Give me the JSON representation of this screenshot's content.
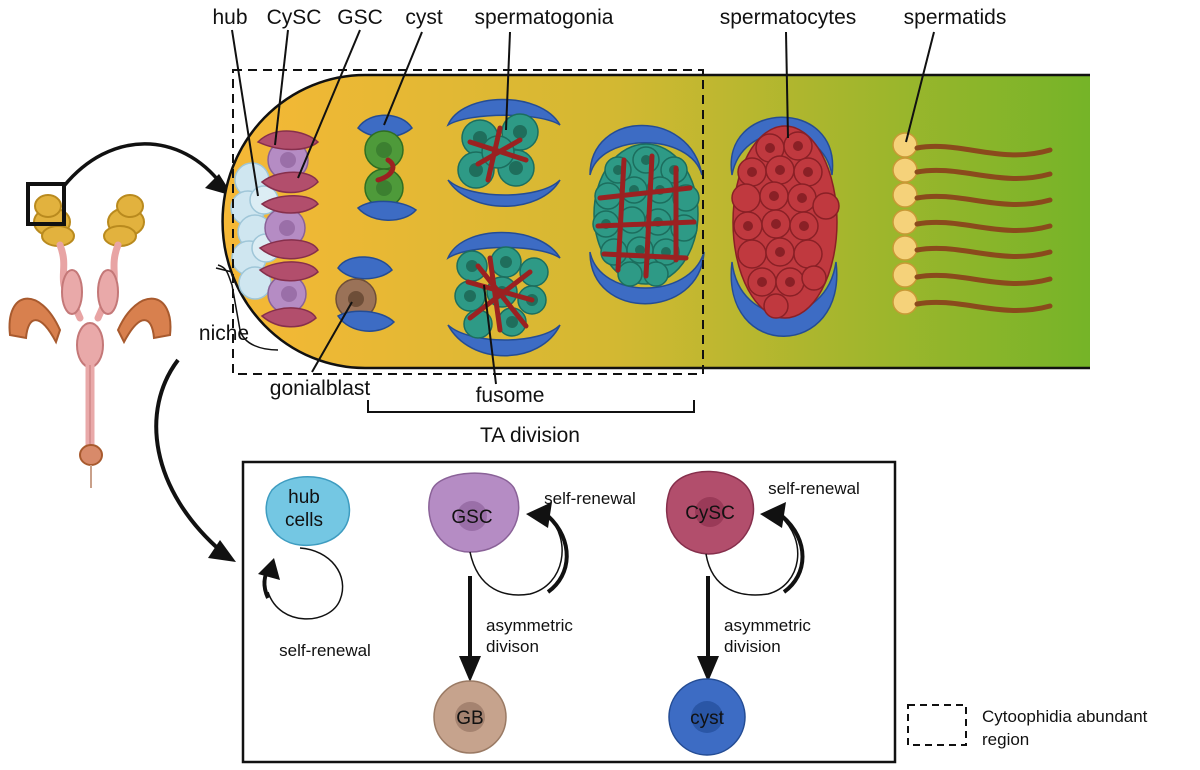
{
  "labels": {
    "hub": "hub",
    "cysc": "CySC",
    "gsc": "GSC",
    "cyst": "cyst",
    "spermatogonia": "spermatogonia",
    "spermatocytes": "spermatocytes",
    "spermatids": "spermatids",
    "niche": "niche",
    "gonialblast": "gonialblast",
    "fusome": "fusome",
    "ta_division": "TA division"
  },
  "inset": {
    "hub_cells_line1": "hub",
    "hub_cells_line2": "cells",
    "gsc": "GSC",
    "cysc": "CySC",
    "gb": "GB",
    "cyst": "cyst",
    "self_renewal_hub": "self-renewal",
    "self_renewal_gsc": "self-renewal",
    "self_renewal_cysc": "self-renewal",
    "asym_gsc_line1": "asymmetric",
    "asym_gsc_line2": "divison",
    "asym_cysc_line1": "asymmetric",
    "asym_cysc_line2": "division"
  },
  "legend": {
    "line1": "Cytoophidia abundant",
    "line2": "region"
  },
  "colors": {
    "testis_start": "#f6b836",
    "testis_mid": "#c8b62e",
    "testis_end": "#7bb52a",
    "hub": "#bfe0ee",
    "gsc": "#b58cc4",
    "cysc": "#b24e6c",
    "cyst_blue": "#3d6cc4",
    "spermatogonia": "#2e9a86",
    "spermatocyte": "#c0393f",
    "spermatid": "#f5d27a",
    "fusome": "#9b2121",
    "tail": "#8a4a1c",
    "gonialblast": "#9a7258",
    "gb": "#c6a38d",
    "hub_inset": "#74c7e3",
    "organ": "#d89070",
    "organ_yellow": "#e2b23e"
  }
}
